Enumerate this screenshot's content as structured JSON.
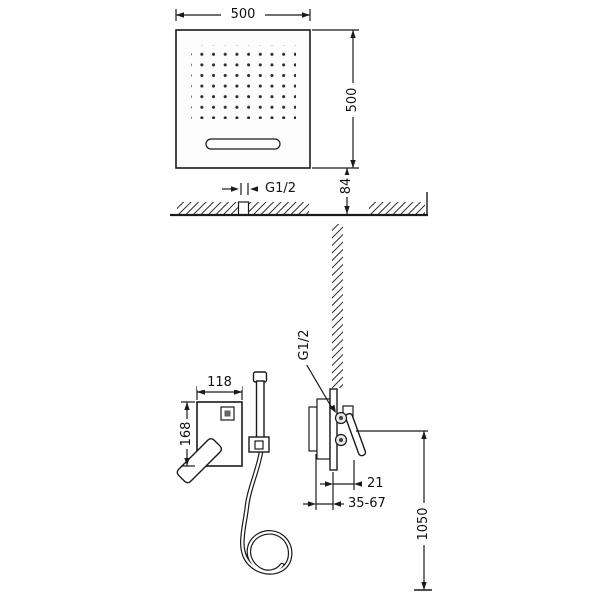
{
  "colors": {
    "line": "#1a1a1a",
    "background": "#ffffff",
    "hatch": "#3c3c3c"
  },
  "dimensions": {
    "head_width": "500",
    "head_depth": "500",
    "head_drop": "84",
    "head_inlet": "G1/2",
    "mixer_inlet": "G1/2",
    "mixer_width": "118",
    "mixer_height": "168",
    "trim_depth": "21",
    "embed_range": "35-67",
    "mixer_mount_height": "1050"
  }
}
